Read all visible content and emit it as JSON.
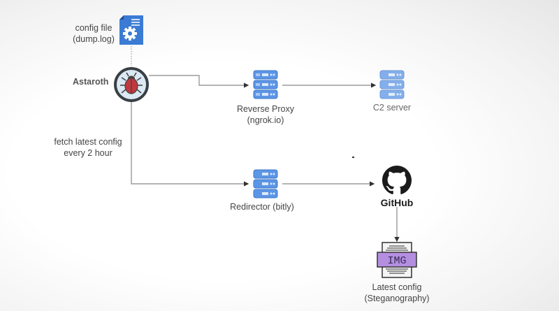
{
  "diagram": {
    "nodes": {
      "config_file": {
        "label_line1": "config file",
        "label_line2": "(dump.log)",
        "icon": "config-document-icon"
      },
      "astaroth": {
        "label": "Astaroth",
        "icon": "bug-icon"
      },
      "reverse_proxy": {
        "label_line1": "Reverse Proxy",
        "label_line2": "(ngrok.io)",
        "icon": "server-icon"
      },
      "c2_server": {
        "label": "C2 server",
        "icon": "server-icon"
      },
      "redirector": {
        "label": "Redirector (bitly)",
        "icon": "server-icon"
      },
      "github": {
        "label": "GitHub",
        "icon": "github-icon"
      },
      "latest_config": {
        "label_line1": "Latest config",
        "label_line2": "(Steganography)",
        "icon": "image-file-icon",
        "icon_text": "IMG"
      }
    },
    "edge_labels": {
      "fetch_line1": "fetch latest config",
      "fetch_line2": "every 2 hour"
    },
    "colors": {
      "server_blue": "#5b95e6",
      "doc_blue": "#3b7bd4",
      "bug_red": "#c0393f",
      "bug_ring": "#3a3f44",
      "img_purple": "#b48fe0",
      "line_gray": "#7a7a7a"
    }
  }
}
